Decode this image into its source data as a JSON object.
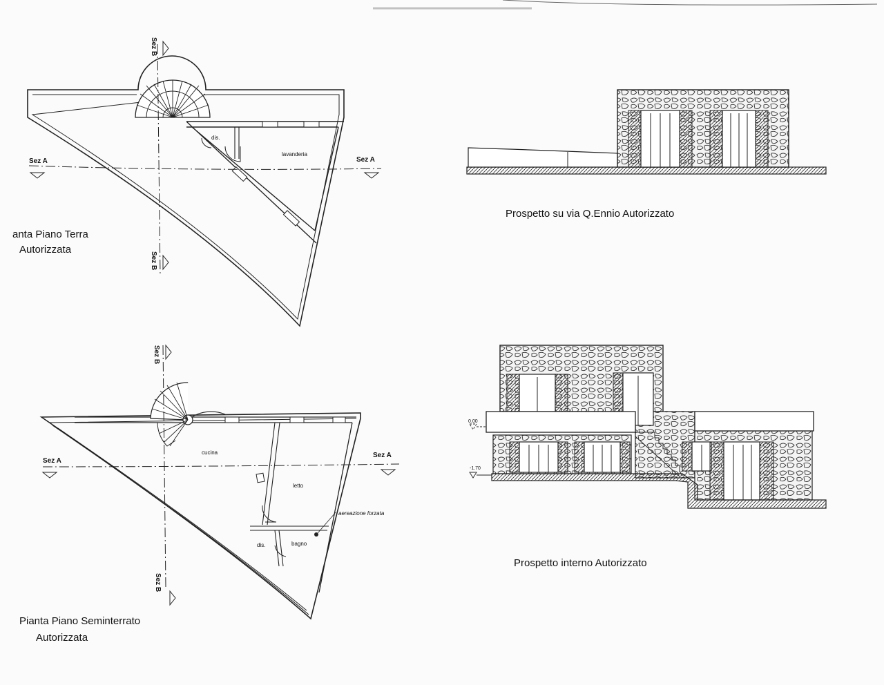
{
  "top_plan": {
    "title_line1": "anta Piano Terra",
    "title_line2": "Autorizzata",
    "sec_a_left": "Sez A",
    "sec_a_right": "Sez A",
    "sec_b_top": "Sez B",
    "sec_b_bottom": "Sez B",
    "room_dis": "dis.",
    "room_lavanderia": "lavanderia"
  },
  "bottom_plan": {
    "title_line1": "Pianta Piano Seminterrato",
    "title_line2": "Autorizzata",
    "sec_a_left": "Sez A",
    "sec_a_right": "Sez A",
    "sec_b_top": "Sez B",
    "sec_b_bottom": "Sez B",
    "room_cucina": "cucina",
    "room_letto": "letto",
    "room_dis": "dis.",
    "room_bagno": "bagno",
    "note_aerazione": "aereazione forzata"
  },
  "elev_top": {
    "title": "Prospetto su via Q.Ennio   Autorizzato"
  },
  "elev_bottom": {
    "title": "Prospetto interno Autorizzato",
    "level_upper": "0.00",
    "level_lower": "-1.70"
  }
}
